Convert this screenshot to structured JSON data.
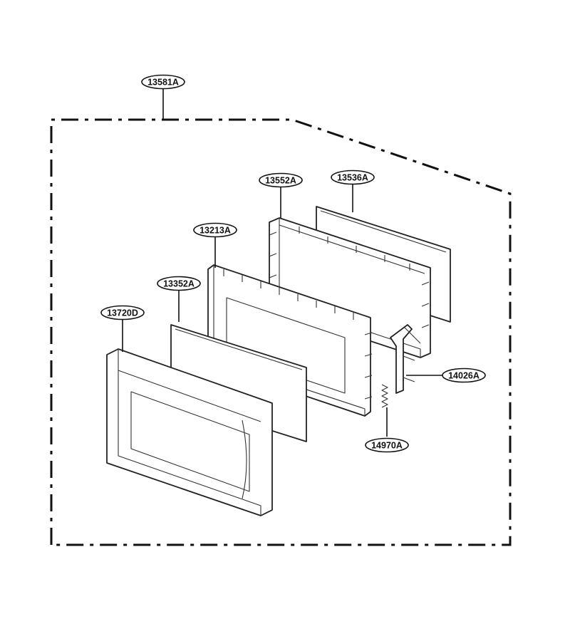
{
  "labels": [
    {
      "id": "13581A",
      "text": "13581A"
    },
    {
      "id": "13552A",
      "text": "13552A"
    },
    {
      "id": "13536A",
      "text": "13536A"
    },
    {
      "id": "13213A",
      "text": "13213A"
    },
    {
      "id": "13352A",
      "text": "13352A"
    },
    {
      "id": "13720D",
      "text": "13720D"
    },
    {
      "id": "14026A",
      "text": "14026A"
    },
    {
      "id": "14970A",
      "text": "14970A"
    }
  ]
}
